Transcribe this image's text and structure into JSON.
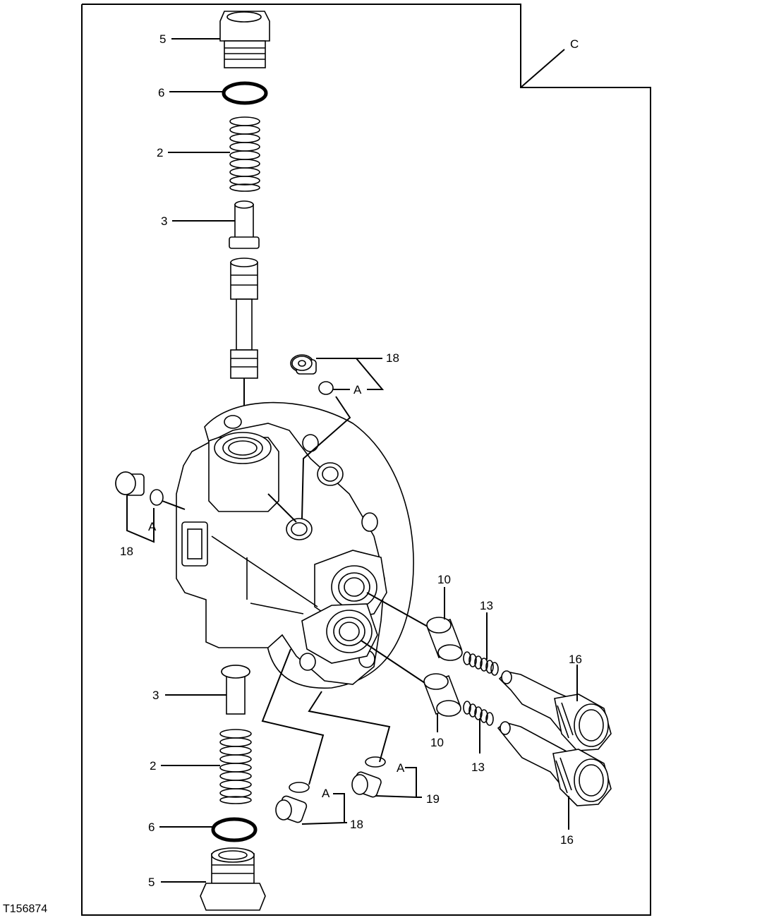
{
  "figure_id": "T156874",
  "callouts": {
    "c_frame": "C",
    "top_plug": "5",
    "top_oring": "6",
    "top_spring": "2",
    "top_piston": "3",
    "top_port_plug": "18",
    "top_port_a": "A",
    "left_plug": "18",
    "left_a": "A",
    "bottom_piston": "3",
    "bottom_spring": "2",
    "bottom_oring": "6",
    "bottom_plug": "5",
    "seat_upper": "10",
    "seat_lower": "10",
    "spring_upper": "13",
    "spring_lower": "13",
    "relief_upper": "16",
    "relief_lower": "16",
    "bottom_a_left": "A",
    "bottom_plug_18": "18",
    "bottom_a_right": "A",
    "bottom_plug_19": "19"
  }
}
